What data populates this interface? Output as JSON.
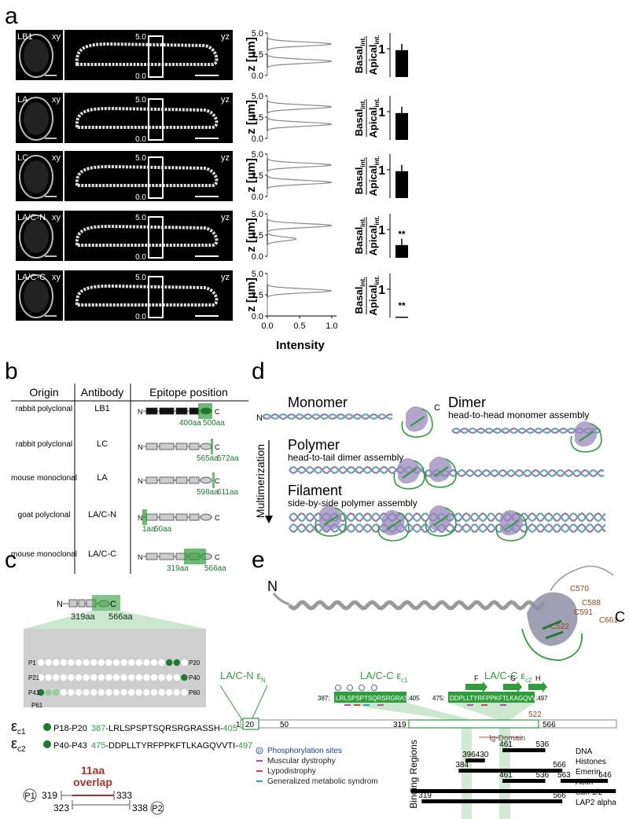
{
  "panel_labels": [
    "a",
    "b",
    "c",
    "d",
    "e"
  ],
  "panel_a": {
    "rows": [
      {
        "name": "LB1",
        "view_xy": "xy",
        "view_yz": "yz",
        "z_top": "5.0",
        "z_bottom": "0.0",
        "ratio": 0.95,
        "sig": ""
      },
      {
        "name": "LA",
        "view_xy": "xy",
        "view_yz": "yz",
        "z_top": "5.0",
        "z_bottom": "0.0",
        "ratio": 0.95,
        "sig": ""
      },
      {
        "name": "LC",
        "view_xy": "xy",
        "view_yz": "yz",
        "z_top": "5.0",
        "z_bottom": "0.0",
        "ratio": 0.95,
        "sig": ""
      },
      {
        "name": "LA/C-N",
        "view_xy": "xy",
        "view_yz": "yz",
        "z_top": "5.0",
        "z_bottom": "0.0",
        "ratio": 0.45,
        "sig": "**"
      },
      {
        "name": "LA/C-C",
        "view_xy": "xy",
        "view_yz": "yz",
        "z_top": "5.0",
        "z_bottom": "0.0",
        "ratio": 0.03,
        "sig": "**"
      }
    ],
    "profile_ylabel": "z [µm]",
    "profile_yticks": [
      "5.0",
      "2.5",
      "0.0"
    ],
    "profile_xticks": [
      "0.0",
      "0.5",
      "1.0"
    ],
    "profile_xlabel": "Intensity",
    "bar_numerator": "Basal",
    "bar_denominator": "Apical",
    "bar_subscript": "int.",
    "bar_tick": "1"
  },
  "panel_b": {
    "headers": [
      "Origin",
      "Antibody",
      "Epitope position"
    ],
    "rows": [
      {
        "origin": "rabbit polyclonal",
        "antibody": "LB1",
        "epitope": [
          "400aa",
          "500aa"
        ]
      },
      {
        "origin": "rabbit polyclonal",
        "antibody": "LC",
        "epitope": [
          "565aa",
          "572aa"
        ]
      },
      {
        "origin": "mouse monoclonal",
        "antibody": "LA",
        "epitope": [
          "598aa",
          "611aa"
        ]
      },
      {
        "origin": "goat polyclonal",
        "antibody": "LA/C-N",
        "epitope": [
          "1aa",
          "50aa"
        ]
      },
      {
        "origin": "mouse monoclonal",
        "antibody": "LA/C-C",
        "epitope": [
          "319aa",
          "566aa"
        ]
      }
    ],
    "n_term": "N",
    "c_term": "C"
  },
  "panel_c": {
    "domain_labels": [
      "319aa",
      "566aa"
    ],
    "array_labels": [
      "P1",
      "P21",
      "P41",
      "P20",
      "P40",
      "P60",
      "P61"
    ],
    "epitopes": [
      {
        "sym": "ε",
        "sub": "c1",
        "peptide": "P18-P20",
        "start": "387",
        "seq": "-LRLSPSPTSQRSRGRASSH-",
        "end": "405"
      },
      {
        "sym": "ε",
        "sub": "c2",
        "peptide": "P40-P43",
        "start": "475",
        "seq": "-DDPLLTYRFPPKFTLKAGQVVTI-",
        "end": "497"
      }
    ],
    "overlap_title": "11aa",
    "overlap_subtitle": "overlap",
    "overlap_numbers": [
      "319",
      "333",
      "323",
      "338"
    ],
    "overlap_peptides": [
      "P1",
      "P2"
    ]
  },
  "panel_d": {
    "monomer": "Monomer",
    "dimer": "Dimer",
    "dimer_sub": "head-to-head monomer assembly",
    "polymer": "Polymer",
    "polymer_sub": "head-to-tail dimer assembly",
    "filament": "Filament",
    "filament_sub": "side-by-side polymer assembly",
    "axis_label": "Multimerization",
    "n_term": "N",
    "c_term": "C"
  },
  "panel_e": {
    "n_term": "N",
    "c_term": "C",
    "cysteines": [
      "C570",
      "C588",
      "C591",
      "C522",
      "C661"
    ],
    "region_n": "LA/C-N ε",
    "region_n_sub": "N",
    "region_c1": "LA/C-C ε",
    "region_c1_sub": "c1",
    "region_c2": "LA/C-C ε",
    "region_c2_sub": "c2",
    "seq1_start": "387:",
    "seq1": "LRLSPSPTSQRSRGRASSH",
    "seq1_end": ":405",
    "seq2_start": "475:",
    "seq2": "DDPLLTYRFPPKFTLKAGQVVTI",
    "seq2_end": ":497",
    "strand_labels": [
      "F",
      "G",
      "H"
    ],
    "bar_numbers": [
      "1",
      "20",
      "50",
      "319",
      "566",
      "522"
    ],
    "ig_domain": "Ig-Domain",
    "legend": [
      {
        "symbol": "P",
        "label": "Phosphorylation sites",
        "color": "#1a3fa0"
      },
      {
        "symbol": "-",
        "label": "Muscular dystrophy",
        "color": "#d040c0"
      },
      {
        "symbol": "-",
        "label": "Lypodistrophy",
        "color": "#e04040"
      },
      {
        "symbol": "-",
        "label": "Generalized metabolic syndrom",
        "color": "#20a0e0"
      }
    ],
    "binding_title": "Binding Regions",
    "binding": [
      {
        "name": "DNA",
        "ranges": [
          [
            461,
            536
          ]
        ]
      },
      {
        "name": "Histones",
        "ranges": [
          [
            396,
            430
          ]
        ]
      },
      {
        "name": "Emerin",
        "ranges": [
          [
            384,
            566
          ]
        ]
      },
      {
        "name": "Actin",
        "ranges": [
          [
            461,
            536
          ],
          [
            563,
            646
          ]
        ]
      },
      {
        "name": "Sun 1/2",
        "ranges": [
          [
            300,
            660
          ]
        ]
      },
      {
        "name": "LAP2 alpha",
        "ranges": [
          [
            319,
            566
          ]
        ]
      }
    ]
  },
  "colors": {
    "accent_green": "#2e9e3a",
    "dark_green": "#1e6b3a",
    "label_brown": "#8b4a1a",
    "overlap_red": "#b03030"
  }
}
